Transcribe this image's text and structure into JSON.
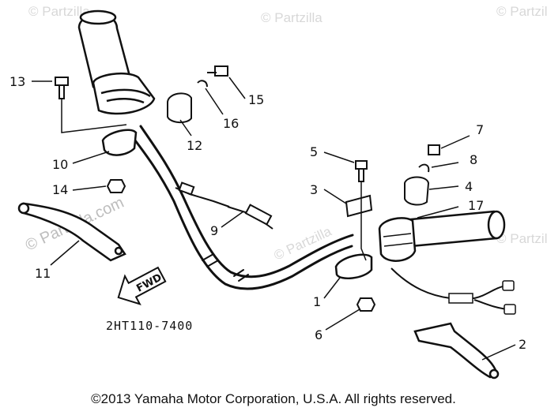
{
  "watermark": "© Partzilla",
  "watermark_url": "© Partzilla.com",
  "part_code": "2HT110-7400",
  "fwd_label": "FWD",
  "copyright": "©2013 Yamaha Motor Corporation, U.S.A. All rights reserved.",
  "callouts": {
    "c1": "1",
    "c2": "2",
    "c3": "3",
    "c4": "4",
    "c5": "5",
    "c6": "6",
    "c7": "7",
    "c8": "8",
    "c9": "9",
    "c10": "10",
    "c11": "11",
    "c12": "12",
    "c13": "13",
    "c14": "14",
    "c15": "15",
    "c16": "16",
    "c17": "17"
  }
}
